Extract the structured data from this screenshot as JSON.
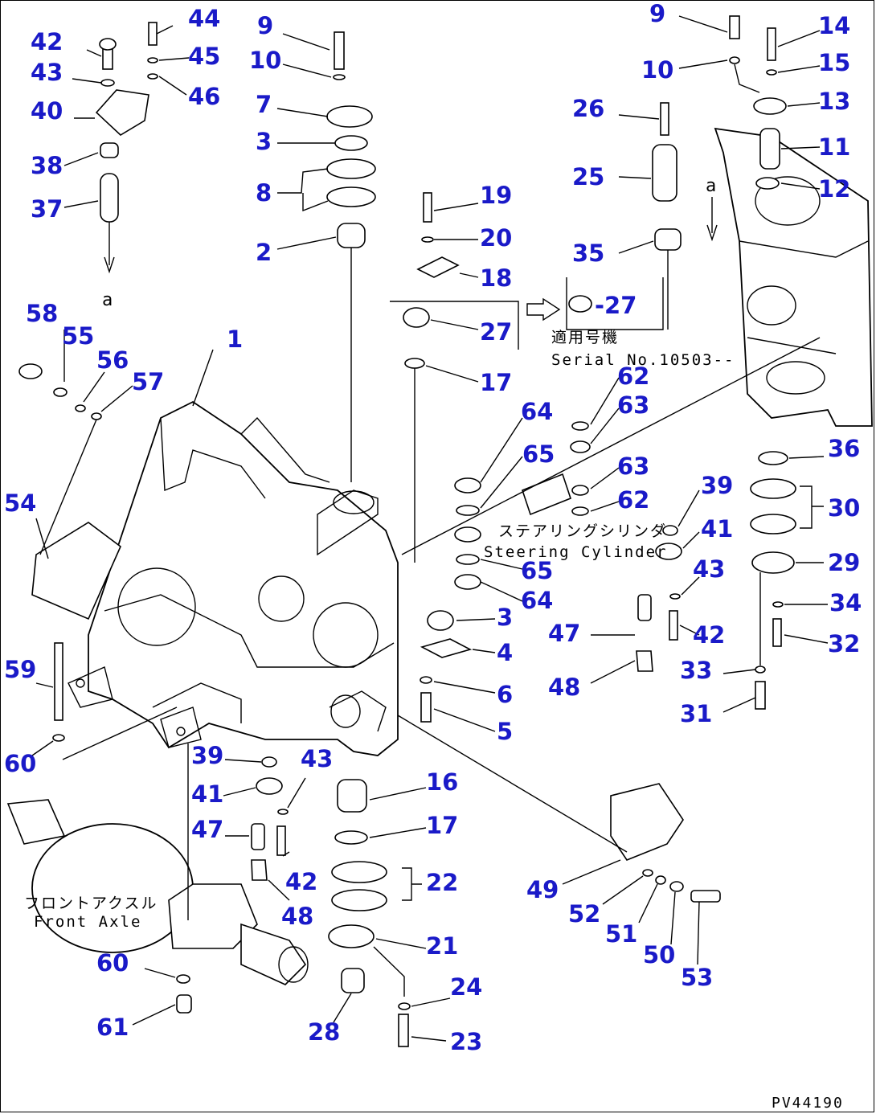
{
  "figure_code": "PV44190",
  "arrow_letter": "a",
  "notes": {
    "serial_jp": "適用号機",
    "serial_en": "Serial No.10503--",
    "cylinder_jp": "ステアリングシリンダ",
    "cylinder_en": "Steering Cylinder",
    "axle_jp": "フロントアクスル",
    "axle_en": "Front Axle"
  },
  "labels": [
    {
      "id": "l44",
      "text": "44"
    },
    {
      "id": "l42a",
      "text": "42"
    },
    {
      "id": "l45",
      "text": "45"
    },
    {
      "id": "l43a",
      "text": "43"
    },
    {
      "id": "l46",
      "text": "46"
    },
    {
      "id": "l40",
      "text": "40"
    },
    {
      "id": "l38",
      "text": "38"
    },
    {
      "id": "l37",
      "text": "37"
    },
    {
      "id": "l9a",
      "text": "9"
    },
    {
      "id": "l10a",
      "text": "10"
    },
    {
      "id": "l7",
      "text": "7"
    },
    {
      "id": "l3a",
      "text": "3"
    },
    {
      "id": "l8",
      "text": "8"
    },
    {
      "id": "l2",
      "text": "2"
    },
    {
      "id": "l19",
      "text": "19"
    },
    {
      "id": "l20",
      "text": "20"
    },
    {
      "id": "l18",
      "text": "18"
    },
    {
      "id": "l27a",
      "text": "27"
    },
    {
      "id": "l17a",
      "text": "17"
    },
    {
      "id": "l27b",
      "text": "-27"
    },
    {
      "id": "l9b",
      "text": "9"
    },
    {
      "id": "l10b",
      "text": "10"
    },
    {
      "id": "l26",
      "text": "26"
    },
    {
      "id": "l25",
      "text": "25"
    },
    {
      "id": "l35",
      "text": "35"
    },
    {
      "id": "l14",
      "text": "14"
    },
    {
      "id": "l15",
      "text": "15"
    },
    {
      "id": "l13",
      "text": "13"
    },
    {
      "id": "l11",
      "text": "11"
    },
    {
      "id": "l12",
      "text": "12"
    },
    {
      "id": "l58",
      "text": "58"
    },
    {
      "id": "l55",
      "text": "55"
    },
    {
      "id": "l56",
      "text": "56"
    },
    {
      "id": "l57",
      "text": "57"
    },
    {
      "id": "l1",
      "text": "1"
    },
    {
      "id": "l54",
      "text": "54"
    },
    {
      "id": "l62a",
      "text": "62"
    },
    {
      "id": "l63a",
      "text": "63"
    },
    {
      "id": "l64a",
      "text": "64"
    },
    {
      "id": "l65a",
      "text": "65"
    },
    {
      "id": "l63b",
      "text": "63"
    },
    {
      "id": "l62b",
      "text": "62"
    },
    {
      "id": "l65b",
      "text": "65"
    },
    {
      "id": "l64b",
      "text": "64"
    },
    {
      "id": "l36",
      "text": "36"
    },
    {
      "id": "l30",
      "text": "30"
    },
    {
      "id": "l39a",
      "text": "39"
    },
    {
      "id": "l41a",
      "text": "41"
    },
    {
      "id": "l29",
      "text": "29"
    },
    {
      "id": "l43b",
      "text": "43"
    },
    {
      "id": "l34",
      "text": "34"
    },
    {
      "id": "l42b",
      "text": "42"
    },
    {
      "id": "l32",
      "text": "32"
    },
    {
      "id": "l47a",
      "text": "47"
    },
    {
      "id": "l48a",
      "text": "48"
    },
    {
      "id": "l33",
      "text": "33"
    },
    {
      "id": "l31",
      "text": "31"
    },
    {
      "id": "l3b",
      "text": "3"
    },
    {
      "id": "l4",
      "text": "4"
    },
    {
      "id": "l6",
      "text": "6"
    },
    {
      "id": "l5",
      "text": "5"
    },
    {
      "id": "l59",
      "text": "59"
    },
    {
      "id": "l60a",
      "text": "60"
    },
    {
      "id": "l39b",
      "text": "39"
    },
    {
      "id": "l41b",
      "text": "41"
    },
    {
      "id": "l43c",
      "text": "43"
    },
    {
      "id": "l47b",
      "text": "47"
    },
    {
      "id": "l42c",
      "text": "42"
    },
    {
      "id": "l48b",
      "text": "48"
    },
    {
      "id": "l16",
      "text": "16"
    },
    {
      "id": "l17b",
      "text": "17"
    },
    {
      "id": "l22",
      "text": "22"
    },
    {
      "id": "l21",
      "text": "21"
    },
    {
      "id": "l24",
      "text": "24"
    },
    {
      "id": "l23",
      "text": "23"
    },
    {
      "id": "l28",
      "text": "28"
    },
    {
      "id": "l60b",
      "text": "60"
    },
    {
      "id": "l61",
      "text": "61"
    },
    {
      "id": "l49",
      "text": "49"
    },
    {
      "id": "l52",
      "text": "52"
    },
    {
      "id": "l51",
      "text": "51"
    },
    {
      "id": "l50",
      "text": "50"
    },
    {
      "id": "l53",
      "text": "53"
    }
  ]
}
